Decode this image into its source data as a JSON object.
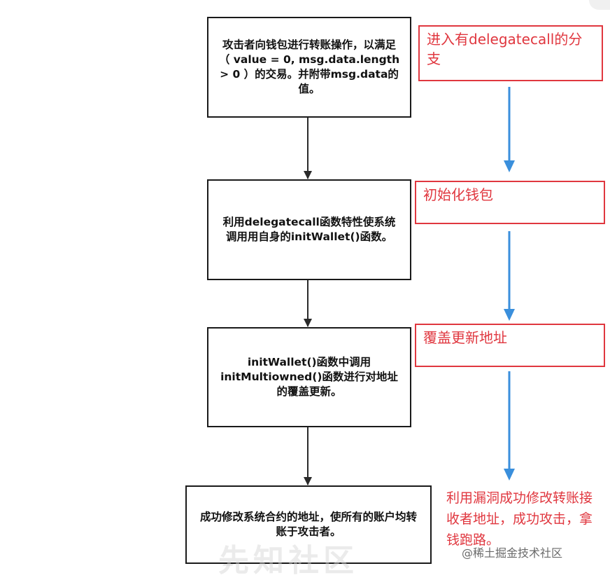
{
  "flow": {
    "step1": "攻击者向钱包进行转账操作，以满足（ value = 0, msg.data.length > 0 ）的交易。并附带msg.data的值。",
    "step2": "利用delegatecall函数特性使系统调用用自身的initWallet()函数。",
    "step3": "initWallet()函数中调用initMultiowned()函数进行对地址的覆盖更新。",
    "step4": "成功修改系统合约的地址，使所有的账户均转账于攻击者。"
  },
  "notes": {
    "note1": "进入有delegatecall的分支",
    "note2": "初始化钱包",
    "note3": "覆盖更新地址",
    "note4": "利用漏洞成功修改转账接收者地址，成功攻击，拿钱跑路。"
  },
  "watermark": {
    "site": "先知社区",
    "source": "@稀土掘金技术社区"
  },
  "colors": {
    "box_border": "#1a1a1a",
    "note_red": "#e0373f",
    "arrow_blue": "#3a8fdc",
    "arrow_black": "#2a2a2a"
  }
}
